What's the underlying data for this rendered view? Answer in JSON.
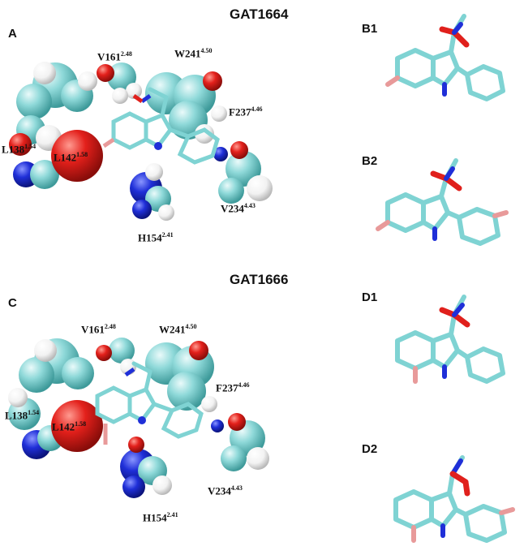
{
  "titles": {
    "top": "GAT1664",
    "bottom": "GAT1666"
  },
  "panels": {
    "A": "A",
    "C": "C",
    "B1": "B1",
    "B2": "B2",
    "D1": "D1",
    "D2": "D2"
  },
  "residues_A": [
    {
      "name": "V161",
      "sup": "2.48"
    },
    {
      "name": "W241",
      "sup": "4.50"
    },
    {
      "name": "F237",
      "sup": "4.46"
    },
    {
      "name": "L138",
      "sup": "1.54"
    },
    {
      "name": "L142",
      "sup": "1.58"
    },
    {
      "name": "V234",
      "sup": "4.43"
    },
    {
      "name": "H154",
      "sup": "2.41"
    }
  ],
  "residues_C": [
    {
      "name": "V161",
      "sup": "2.48"
    },
    {
      "name": "W241",
      "sup": "4.50"
    },
    {
      "name": "F237",
      "sup": "4.46"
    },
    {
      "name": "L138",
      "sup": "1.54"
    },
    {
      "name": "L142",
      "sup": "1.58"
    },
    {
      "name": "V234",
      "sup": "4.43"
    },
    {
      "name": "H154",
      "sup": "2.41"
    }
  ],
  "colors": {
    "carbon": "#7fd3d3",
    "oxygen": "#e0201c",
    "nitrogen": "#1f2fd8",
    "hydrogen": "#ffffff",
    "bromine": "#e89a9a"
  }
}
